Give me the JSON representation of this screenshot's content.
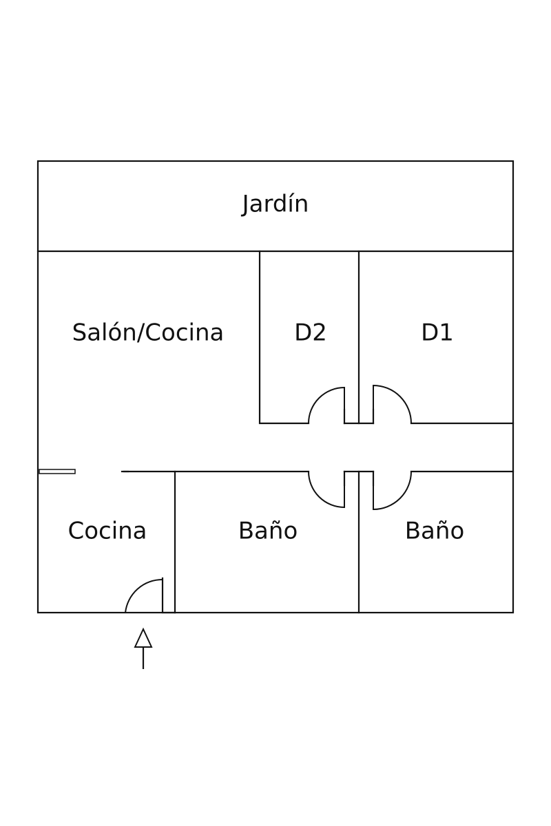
{
  "rooms": {
    "garden": "Jardín",
    "living_kitchen": "Salón/Cocina",
    "bedroom_2": "D2",
    "bedroom_1": "D1",
    "kitchen": "Cocina",
    "bathroom_left": "Baño",
    "bathroom_right": "Baño"
  },
  "colors": {
    "ink": "#111111",
    "background": "#ffffff"
  },
  "icons": {
    "entrance": "entrance-arrow-icon"
  }
}
